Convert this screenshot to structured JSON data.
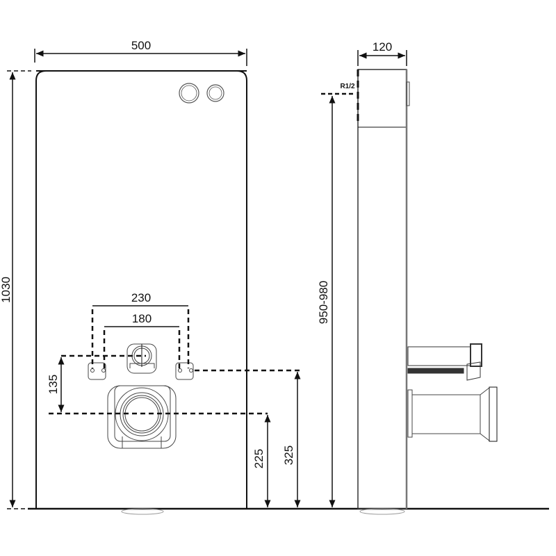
{
  "dimensions": {
    "width": "500",
    "height": "1030",
    "depth": "120",
    "inlet_height": "950-980",
    "inlet_thread": "R1/2",
    "fixing_outer": "230",
    "fixing_inner": "180",
    "fixing_spacing": "135",
    "fixing_height": "325",
    "outlet_height": "225"
  },
  "colors": {
    "line": "#111111",
    "light_line": "#888888"
  }
}
